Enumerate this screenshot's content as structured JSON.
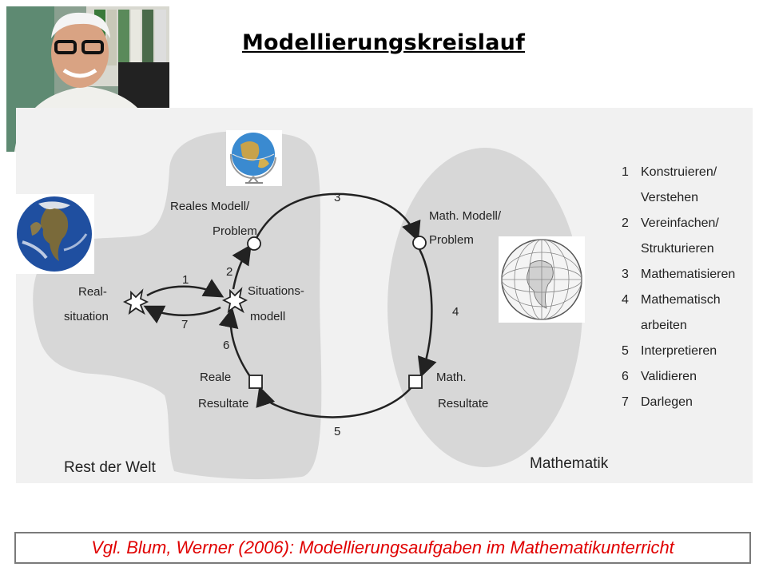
{
  "title": "Modellierungskreislauf",
  "regions": {
    "rest_der_welt": "Rest der Welt",
    "mathematik": "Mathematik"
  },
  "nodes": {
    "realsituation": [
      "Real-",
      "situation"
    ],
    "reales_modell": [
      "Reales Modell/",
      "Problem"
    ],
    "situationsmodell": [
      "Situations-",
      "modell"
    ],
    "math_modell": [
      "Math. Modell/",
      "Problem"
    ],
    "math_resultate": [
      "Math.",
      "Resultate"
    ],
    "reale_resultate": [
      "Reale",
      "Resultate"
    ]
  },
  "arrow_numbers": {
    "n1": "1",
    "n2": "2",
    "n3": "3",
    "n4": "4",
    "n5": "5",
    "n6": "6",
    "n7": "7"
  },
  "legend": [
    {
      "num": "1",
      "text": "Konstruieren/"
    },
    {
      "num": "",
      "text": "Verstehen"
    },
    {
      "num": "2",
      "text": "Vereinfachen/"
    },
    {
      "num": "",
      "text": "Strukturieren"
    },
    {
      "num": "3",
      "text": "Mathematisieren"
    },
    {
      "num": "4",
      "text": "Mathematisch"
    },
    {
      "num": "",
      "text": "arbeiten"
    },
    {
      "num": "5",
      "text": "Interpretieren"
    },
    {
      "num": "6",
      "text": "Validieren"
    },
    {
      "num": "7",
      "text": "Darlegen"
    }
  ],
  "footer": "Vgl. Blum, Werner (2006): Modellierungsaufgaben im Mathematikunterricht",
  "colors": {
    "region_fill": "#d7d7d7",
    "footer_text": "#e00000",
    "footer_border": "#7a7a7a"
  }
}
